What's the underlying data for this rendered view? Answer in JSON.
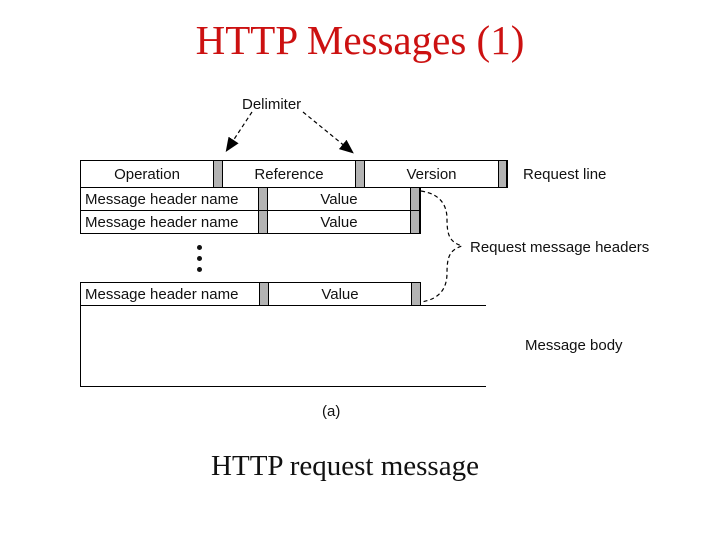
{
  "slide": {
    "title": "HTTP Messages (1)",
    "title_color": "#cc1111",
    "caption": "HTTP request message",
    "figure_label": "(a)"
  },
  "diagram": {
    "delimiter_label": "Delimiter",
    "delimiter_color": "#b3b3b3",
    "request_line": {
      "cells": [
        "Operation",
        "Reference",
        "Version"
      ],
      "label": "Request line"
    },
    "header_rows": [
      {
        "name": "Message header name",
        "value": "Value"
      },
      {
        "name": "Message header name",
        "value": "Value"
      },
      {
        "name": "Message header name",
        "value": "Value"
      }
    ],
    "headers_label": "Request message headers",
    "body_label": "Message body"
  }
}
